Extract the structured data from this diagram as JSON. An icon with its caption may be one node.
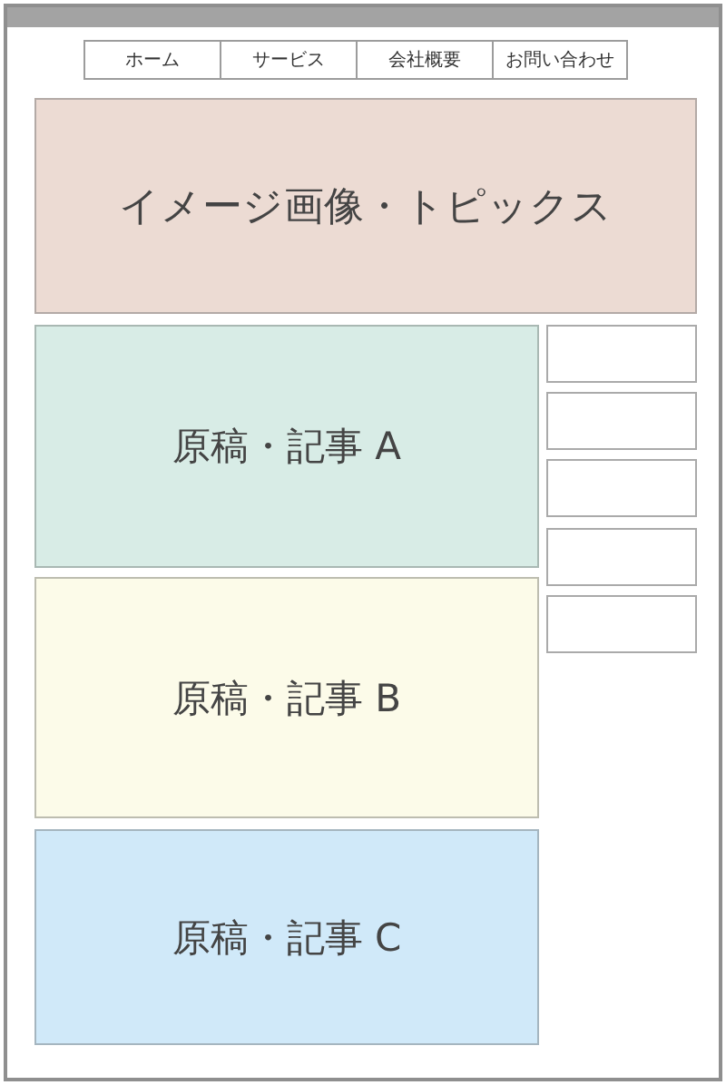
{
  "diagram": {
    "nodes": [
      {
        "text": [],
        "shape": "box"
      },
      {
        "text": [
          "ホーム"
        ],
        "in": 0
      },
      {
        "text": [
          "サービス"
        ],
        "in": 0
      },
      {
        "text": [
          "会社概要"
        ],
        "in": 0
      },
      {
        "text": [
          "お問い合わせ"
        ],
        "in": 0
      },
      {
        "text": [
          "イメージ画像・トピックス"
        ],
        "in": 0
      },
      {
        "text": [
          "原稿・記事 A"
        ],
        "in": 0
      },
      {
        "text": [
          "原稿・記事 B"
        ],
        "in": 0
      },
      {
        "text": [
          "原稿・記事 C"
        ],
        "in": 0
      },
      {
        "text": [],
        "shape": "box",
        "in": 0
      },
      {
        "text": [],
        "shape": "box",
        "in": 0
      },
      {
        "text": [],
        "shape": "box",
        "in": 0
      },
      {
        "text": [],
        "shape": "box",
        "in": 0
      },
      {
        "text": [],
        "shape": "box",
        "in": 0
      }
    ]
  }
}
